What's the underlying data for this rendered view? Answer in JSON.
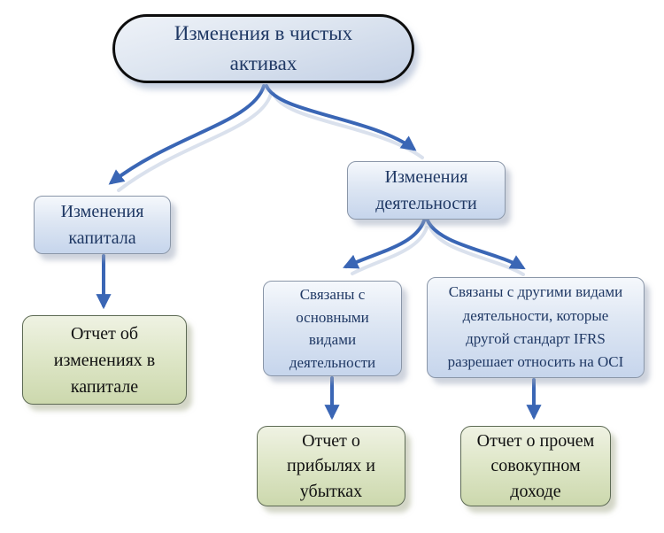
{
  "diagram": {
    "nodes": {
      "root": {
        "label": "Изменения в чистых\nактивах"
      },
      "capital": {
        "label": "Изменения\nкапитала"
      },
      "activity": {
        "label": "Изменения\nдеятельности"
      },
      "main_activity": {
        "label": "Связаны с\nосновными\nвидами\nдеятельности"
      },
      "other_activity": {
        "label": "Связаны с другими видами\nдеятельности, которые\nдругой стандарт IFRS\nразрешает относить на OCI"
      },
      "equity_report": {
        "label": "Отчет об\nизменениях в\nкапитале"
      },
      "profit_loss_report": {
        "label": "Отчет о\nприбылях и\nубытках"
      },
      "oci_report": {
        "label": "Отчет о прочем\nсовокупном\nдоходе"
      }
    },
    "colors": {
      "arrow": "#3a66b5",
      "root_border": "#0d0d0d",
      "blue_node_text": "#1f3864",
      "blue_node_border": "#8a96a8",
      "blue_node_fill_top": "#f5f8fc",
      "blue_node_fill_bottom": "#c6d5ec",
      "green_node_text": "#101010",
      "green_node_border": "#5d6a54",
      "green_node_fill_top": "#eff2e3",
      "green_node_fill_bottom": "#ccd8ad",
      "background": "#ffffff"
    }
  }
}
